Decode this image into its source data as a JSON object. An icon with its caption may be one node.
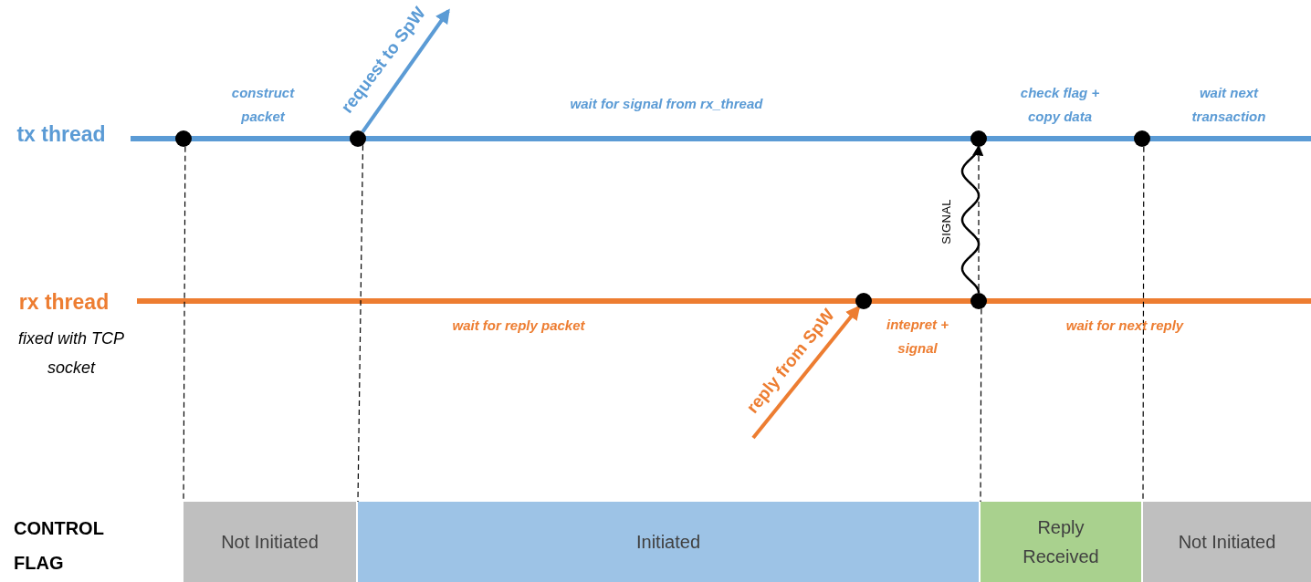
{
  "diagram": {
    "nodes": [
      {
        "text": [],
        "shape": "circle"
      },
      {
        "text": [],
        "shape": "circle"
      },
      {
        "text": [],
        "shape": "circle"
      },
      {
        "text": [],
        "shape": "circle"
      },
      {
        "text": [],
        "shape": "circle"
      },
      {
        "text": [],
        "shape": "circle"
      },
      {
        "text": [
          "Not Initiated"
        ]
      },
      {
        "text": [
          "Initiated"
        ]
      },
      {
        "text": [
          "Reply Received"
        ]
      },
      {
        "text": [
          "Not Initiated"
        ]
      }
    ],
    "edges": [
      {
        "from": 1,
        "to": null,
        "arrow": "to",
        "label": "request to SpW",
        "style": "thick",
        "color": "#5b9bd5"
      },
      {
        "from": null,
        "to": 4,
        "arrow": "to",
        "label": "reply from SpW",
        "style": "thick",
        "color": "#ed7d31"
      },
      {
        "from": 5,
        "to": 2,
        "arrow": "to",
        "label": "SIGNAL"
      },
      {
        "from": 0,
        "to": 6,
        "arrow": "none",
        "style": "dashed"
      },
      {
        "from": 1,
        "to": 7,
        "arrow": "none",
        "style": "dashed"
      },
      {
        "from": 2,
        "to": 5,
        "arrow": "none",
        "style": "dashed"
      },
      {
        "from": 5,
        "to": 8,
        "arrow": "none",
        "style": "dashed"
      },
      {
        "from": 3,
        "to": 9,
        "arrow": "none",
        "style": "dashed"
      }
    ],
    "labels": [
      "construct packet",
      "wait for signal from rx_thread",
      "check flag + copy data",
      "wait next transaction",
      "tx thread",
      "rx thread",
      "wait for reply packet",
      "intepret + signal",
      "wait for next reply",
      "fixed with TCP socket",
      "CONTROL FLAG"
    ]
  }
}
